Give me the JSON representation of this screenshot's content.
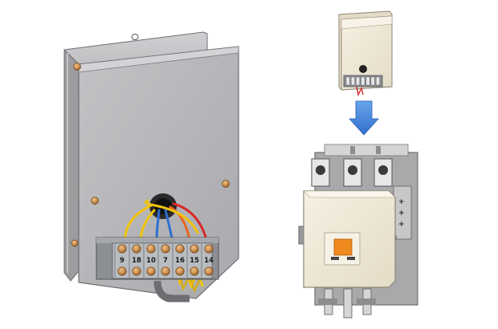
{
  "terminal_block": {
    "labels": [
      "9",
      "18",
      "10",
      "7",
      "16",
      "15",
      "14"
    ]
  },
  "contactor": {
    "side_marks": [
      "+",
      "+",
      "+"
    ]
  },
  "colors": {
    "housing_front": "#b7b7b9",
    "housing_side": "#9d9da0",
    "terminal_block": "#8c8f93",
    "screw": "#c98a4a",
    "wire_yellow": "#f2c40a",
    "wire_blue": "#2f6fd0",
    "wire_orange": "#e8641e",
    "wire_red": "#d8282a",
    "arrow": "#3a7fd6",
    "contactor_body": "#f1ead8",
    "contactor_base": "#a9a9ab",
    "indicator": "#ee8a1e"
  },
  "icons": {
    "arrow": "arrow-down-icon"
  }
}
